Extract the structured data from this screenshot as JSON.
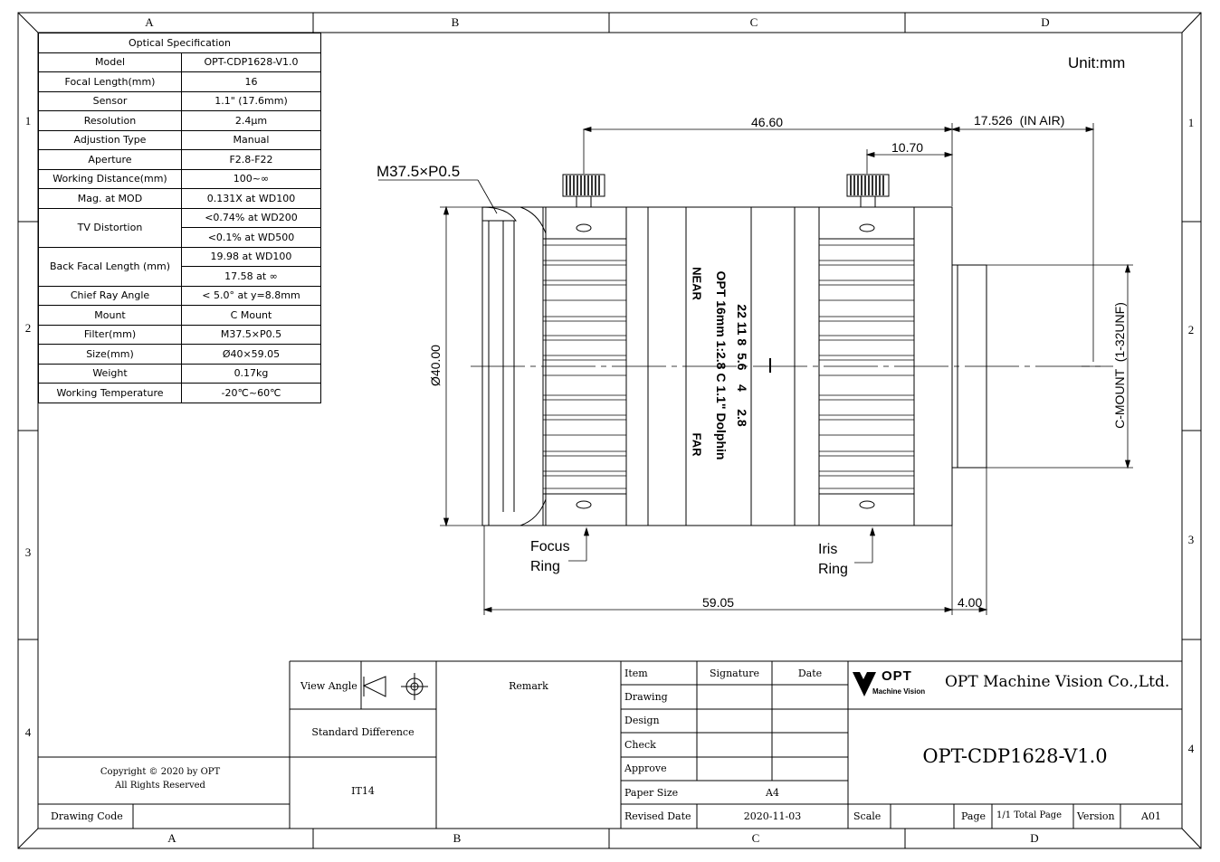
{
  "zones": {
    "top": [
      "A",
      "B",
      "C",
      "D"
    ],
    "bottom": [
      "A",
      "B",
      "C",
      "D"
    ],
    "left": [
      "1",
      "2",
      "3",
      "4"
    ],
    "right": [
      "1",
      "2",
      "3",
      "4"
    ]
  },
  "spec": {
    "title": "Optical Specification",
    "rows": [
      {
        "label": "Model",
        "value": "OPT-CDP1628-V1.0"
      },
      {
        "label": "Focal Length(mm)",
        "value": "16"
      },
      {
        "label": "Sensor",
        "value": "1.1\" (17.6mm)"
      },
      {
        "label": "Resolution",
        "value": "2.4μm"
      },
      {
        "label": "Adjustion Type",
        "value": "Manual"
      },
      {
        "label": "Aperture",
        "value": "F2.8-F22"
      },
      {
        "label": "Working Distance(mm)",
        "value": "100~∞"
      },
      {
        "label": "Mag. at MOD",
        "value": "0.131X at WD100"
      }
    ],
    "tv_label": "TV Distortion",
    "tv_values": [
      "<0.74% at WD200",
      "<0.1% at WD500"
    ],
    "bfl_label": "Back Facal Length (mm)",
    "bfl_values": [
      "19.98 at WD100",
      "17.58 at ∞"
    ],
    "rows2": [
      {
        "label": "Chief Ray Angle",
        "value": "< 5.0°  at y=8.8mm"
      },
      {
        "label": "Mount",
        "value": "C Mount"
      },
      {
        "label": "Filter(mm)",
        "value": "M37.5×P0.5"
      },
      {
        "label": "Size(mm)",
        "value": "Ø40×59.05"
      },
      {
        "label": "Weight",
        "value": "0.17kg"
      },
      {
        "label": "Working Temperature",
        "value": "-20℃~60℃"
      }
    ]
  },
  "drawing": {
    "unit": "Unit:mm",
    "dim_overall_top": "46.60",
    "dim_rear_gap": "10.70",
    "dim_air": "17.526  (IN AIR)",
    "dim_filter": "M37.5×P0.5",
    "dim_diameter": "Ø40.00",
    "dim_length": "59.05",
    "dim_mount_len": "4.00",
    "mount_label": "C-MOUNT  (1-32UNF)",
    "focus_ring": [
      "Focus",
      "Ring"
    ],
    "iris_ring": [
      "Iris",
      "Ring"
    ],
    "barrel_line1": "22 11 8  5.6    4     2.8",
    "barrel_line2": "OPT 16mm 1:2.8 C 1.1\" Dolphin",
    "barrel_near": "NEAR",
    "barrel_far": "FAR"
  },
  "titleblock": {
    "view_angle": "View Angle",
    "remark": "Remark",
    "std_diff": "Standard Difference",
    "it": "IT14",
    "copyright1": "Copyright © 2020 by OPT",
    "copyright2": "All Rights Reserved",
    "drawing_code": "Drawing Code",
    "item": "Item",
    "signature": "Signature",
    "date": "Date",
    "rows": [
      "Drawing",
      "Design",
      "Check",
      "Approve"
    ],
    "paper_size": "Paper Size",
    "paper_value": "A4",
    "revised_date": "Revised Date",
    "revised_value": "2020-11-03",
    "company": "OPT Machine Vision Co.,Ltd.",
    "logo_text": "OPT",
    "logo_sub": "Machine Vision",
    "part_no": "OPT-CDP1628-V1.0",
    "scale": "Scale",
    "page": "Page",
    "total": "1/1 Total Page",
    "version": "Version",
    "version_value": "A01"
  }
}
